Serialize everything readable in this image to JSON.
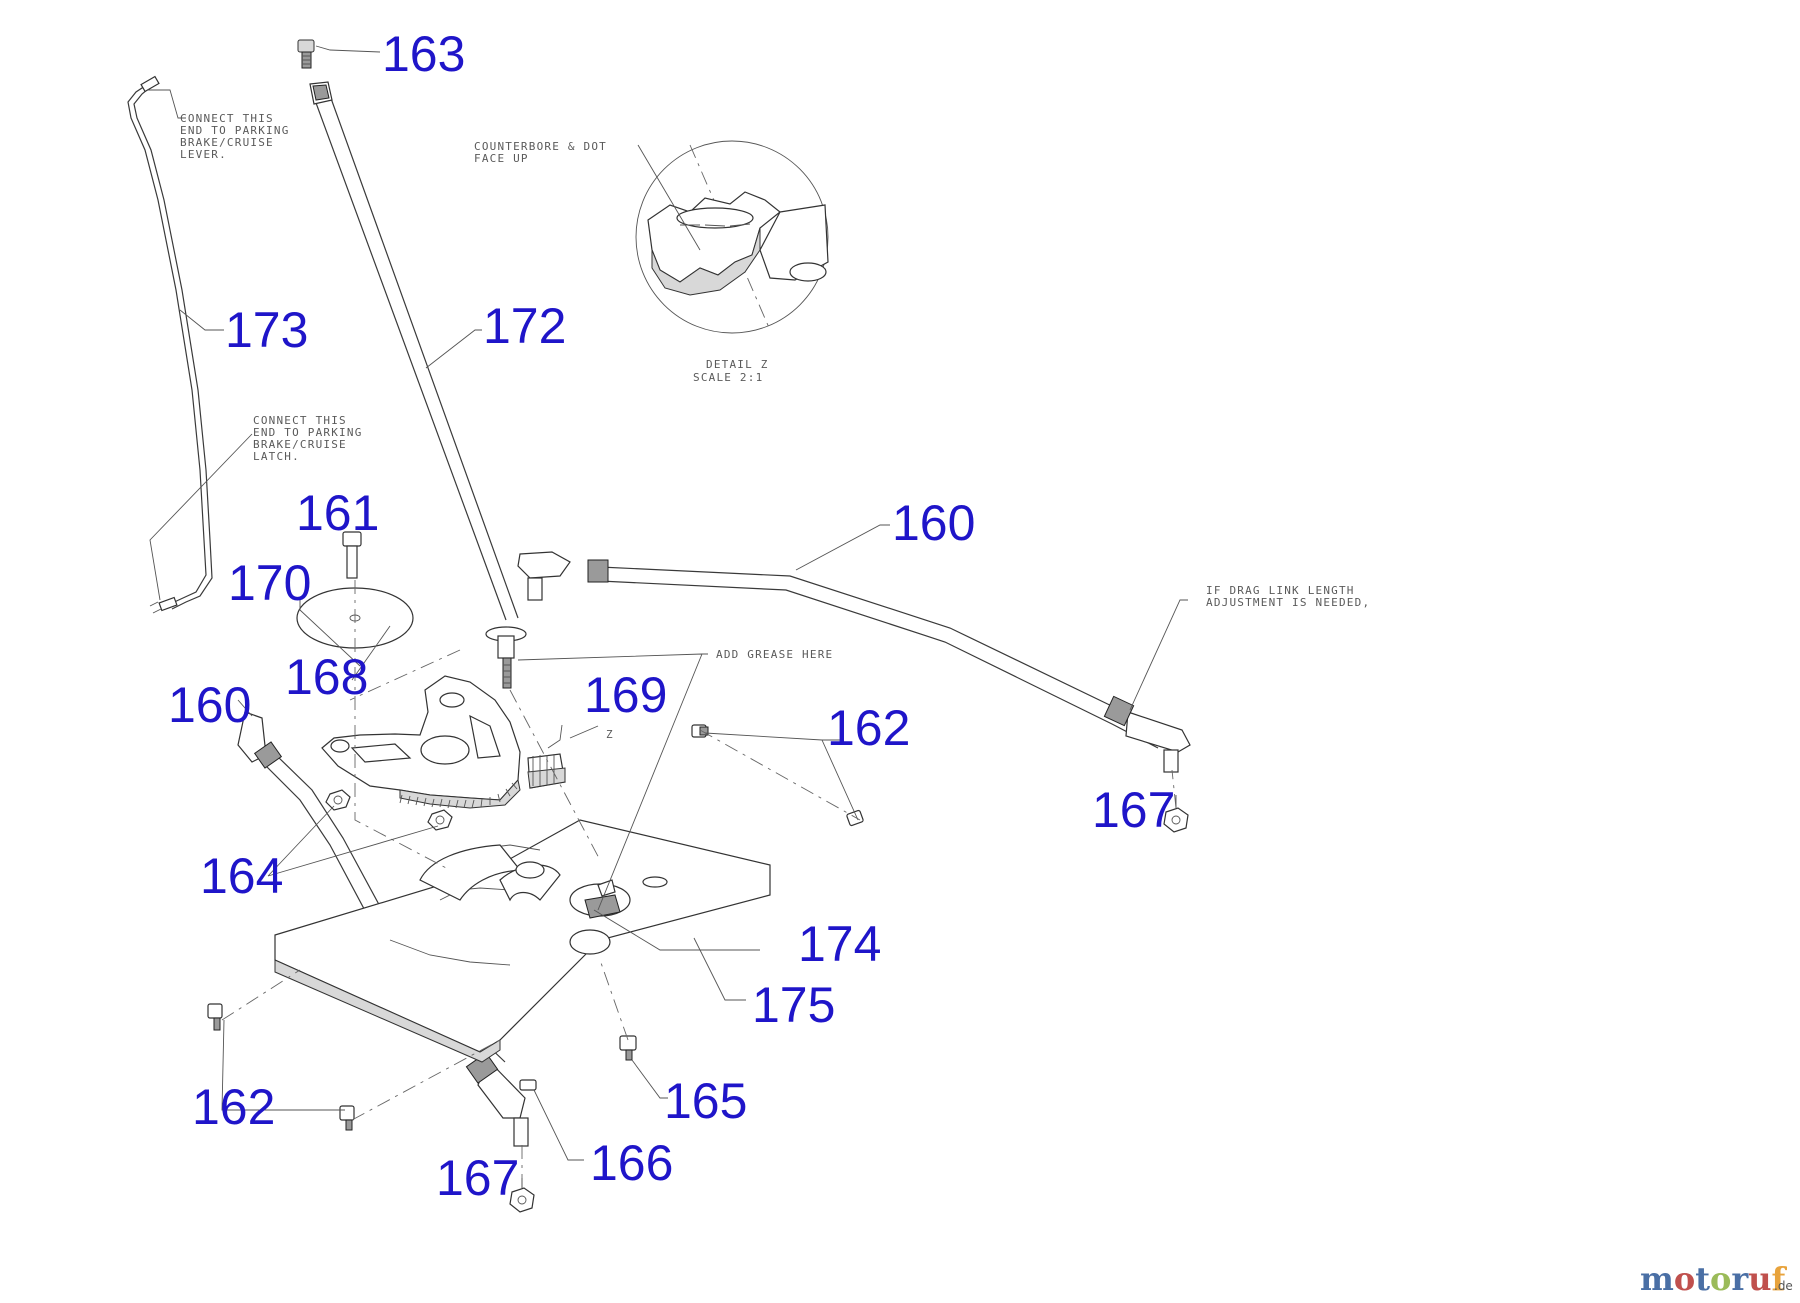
{
  "labels": {
    "p163": "163",
    "p173": "173",
    "p172": "172",
    "p161": "161",
    "p170": "170",
    "p160_right": "160",
    "p168": "168",
    "p169": "169",
    "p160_left": "160",
    "p162_top": "162",
    "p167_right": "167",
    "p164": "164",
    "p174": "174",
    "p175": "175",
    "p165": "165",
    "p162_bottom": "162",
    "p166": "166",
    "p167_bottom": "167"
  },
  "notes": {
    "connect_lever": [
      "CONNECT THIS",
      "END TO PARKING",
      "BRAKE/CRUISE",
      "LEVER."
    ],
    "connect_latch": [
      "CONNECT THIS",
      "END TO PARKING",
      "BRAKE/CRUISE",
      "LATCH."
    ],
    "counterbore": [
      "COUNTERBORE & DOT",
      "FACE UP"
    ],
    "detail": [
      "DETAIL Z",
      "SCALE 2:1"
    ],
    "drag_link": [
      "IF DRAG LINK LENGTH",
      "ADJUSTMENT IS NEEDED,"
    ],
    "grease": "ADD GREASE HERE",
    "z_marker": "Z"
  },
  "logo": {
    "letters": [
      "m",
      "o",
      "t",
      "o",
      "r",
      "u",
      "f"
    ],
    "colors": [
      "#4a6fa5",
      "#c0504d",
      "#4a6fa5",
      "#9bbb59",
      "#4a6fa5",
      "#c0504d",
      "#e8a33c"
    ],
    "suffix": ".de"
  }
}
